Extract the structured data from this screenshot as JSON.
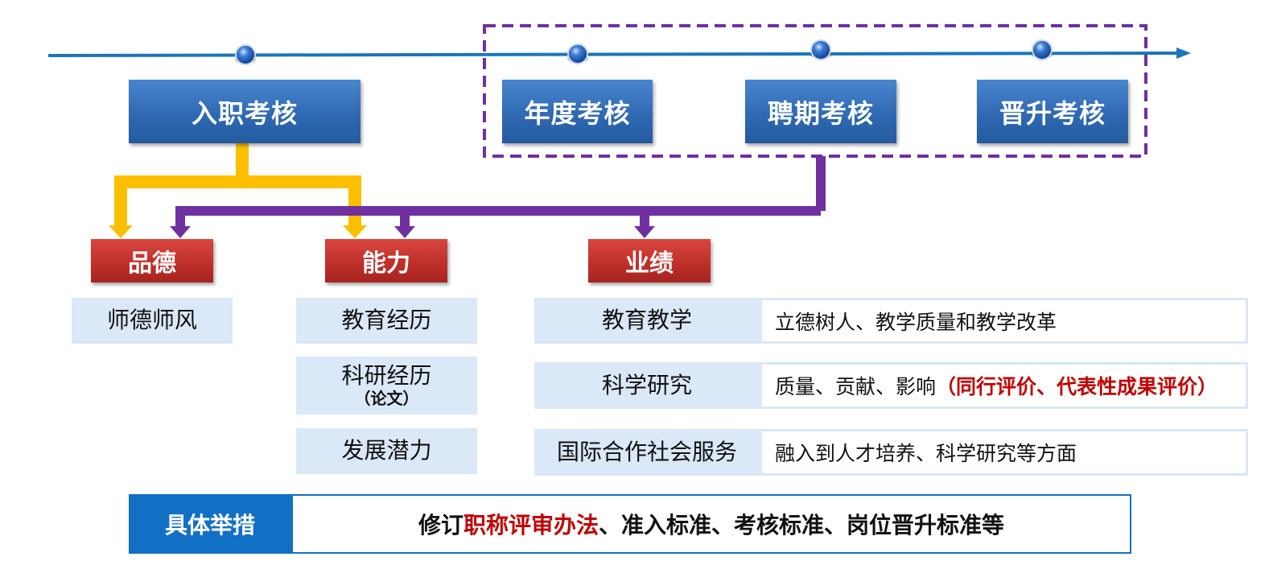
{
  "stages": {
    "entry": "入职考核",
    "annual": "年度考核",
    "appointment": "聘期考核",
    "promotion": "晋升考核"
  },
  "categories": {
    "ethics": "品德",
    "ability": "能力",
    "performance": "业绩"
  },
  "ethics_items": [
    "师德师风"
  ],
  "ability_items": [
    {
      "label": "教育经历",
      "sub": ""
    },
    {
      "label": "科研经历",
      "sub": "（论文）"
    },
    {
      "label": "发展潜力",
      "sub": ""
    }
  ],
  "performance_items": [
    {
      "label": "教育教学",
      "desc": "立德树人、教学质量和教学改革",
      "desc_highlight": ""
    },
    {
      "label": "科学研究",
      "desc": "质量、贡献、影响",
      "desc_highlight": "（同行评价、代表性成果评价）"
    },
    {
      "label": "国际合作社会服务",
      "desc": "融入到人才培养、科学研究等方面",
      "desc_highlight": ""
    }
  ],
  "measures": {
    "label": "具体举措",
    "text_prefix": "修订",
    "text_highlight": "职称评审办法",
    "text_suffix": "、准入标准、考核标准、岗位晋升标准等"
  },
  "colors": {
    "timeline": "#1b75bc",
    "stage_blue": "#2f69b3",
    "category_red": "#c0302b",
    "entry_connector": "#fbbf00",
    "group_connector": "#7030a0",
    "item_bg": "#dae8f7",
    "highlight_red": "#c00000",
    "measure_blue": "#1270c4"
  }
}
